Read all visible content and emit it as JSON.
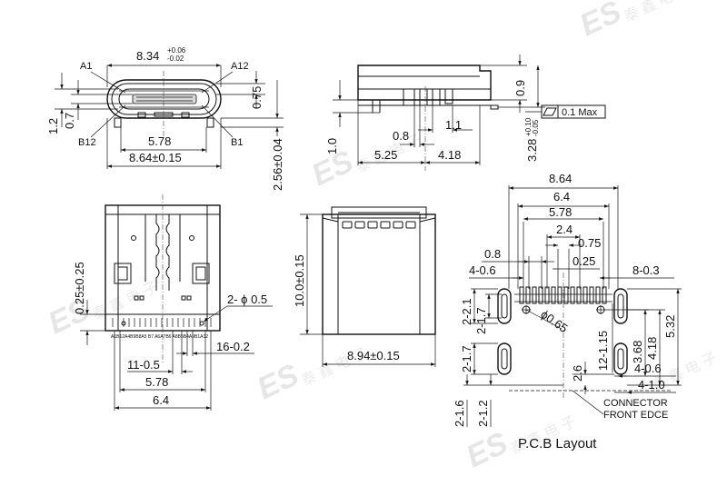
{
  "watermark": {
    "logo": "ES",
    "cn": "泰 鑫 电 子"
  },
  "front_view": {
    "width_tol": {
      "base": "8.34",
      "upper": "+0.06",
      "lower": "-0.02"
    },
    "pin_a1": "A1",
    "pin_a12": "A12",
    "pin_b12": "B12",
    "pin_b1": "B1",
    "dim_075": "0.75",
    "dim_12": "1.2",
    "dim_07": "0.7",
    "dim_578": "5.78",
    "dim_864": "8.64±0.15",
    "dim_256": "2.56±0.04"
  },
  "side_view": {
    "dim_09": "0.9",
    "dim_11": "1.1",
    "dim_10": "1.0",
    "dim_08": "0.8",
    "dim_525": "5.25",
    "dim_418": "4.18",
    "height_tol": {
      "base": "3.28",
      "upper": "+0.10",
      "lower": "-0.05"
    },
    "flatness": "0.1 Max"
  },
  "bottom_view": {
    "dim_025": "0.25±0.25",
    "dim_hole": "2- ϕ 0.5",
    "pin_labels": "A1B12A4B9B8A5 B7 A6A7B6 A8B5B4A9B1A12",
    "dim_162": "16-0.2",
    "dim_1105": "11-0.5",
    "dim_578": "5.78",
    "dim_64": "6.4"
  },
  "top_view": {
    "dim_100": "10.0±0.15",
    "dim_894": "8.94±0.15"
  },
  "pcb_layout": {
    "title": "P.C.B Layout",
    "dim_864": "8.64",
    "dim_64": "6.4",
    "dim_578": "5.78",
    "dim_24": "2.4",
    "dim_075": "0.75",
    "dim_08": "0.8",
    "dim_025": "0.25",
    "dim_406a": "4-0.6",
    "dim_803": "8-0.3",
    "dim_221": "2-2.1",
    "dim_217": "2-1.7",
    "dim_phi": "ϕ0.65",
    "dim_12115": "12-1.15",
    "dim_368": "3.68",
    "dim_418": "4.18",
    "dim_532": "5.32",
    "dim_2117": "2-1.7",
    "dim_26": "2.6",
    "dim_406b": "4-0.6",
    "dim_410": "4-1.0",
    "dim_216": "2-1.6",
    "dim_212": "2-1.2",
    "connector_edge_1": "CONNECTOR",
    "connector_edge_2": "FRONT EDCE"
  }
}
